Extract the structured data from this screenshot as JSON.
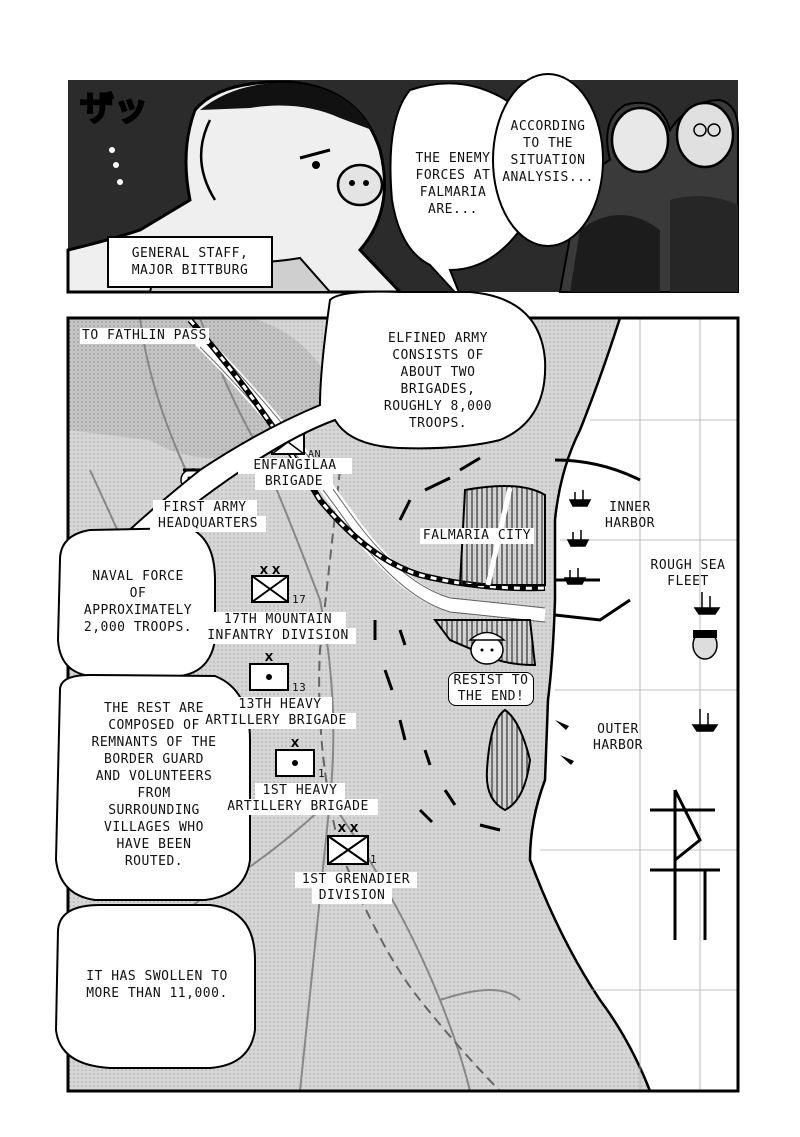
{
  "panel1": {
    "sfx": "ザッ",
    "bubble_left": "THE ENEMY\nFORCES AT\nFALMARIA\nARE...",
    "bubble_right": "ACCORDING\nTO THE\nSITUATION\nANALYSIS...",
    "caption": "GENERAL STAFF,\nMAJOR BITTBURG"
  },
  "map_labels": {
    "to_pass": "TO FATHLIN PASS",
    "enfangilaa": "ENFANGILAA",
    "enfangilaa_line2": "BRIGADE",
    "an": "An",
    "first_army": "FIRST ARMY",
    "first_army_line2": "HEADQUARTERS",
    "falmaria_city": "FALMARIA CITY",
    "inner_harbor": "INNER\nHARBOR",
    "rough_sea": "ROUGH SEA",
    "fleet": "FLEET",
    "mountain_17": "17TH MOUNTAIN",
    "mountain_17_line2": "INFANTRY DIVISION",
    "artillery_13": "13TH HEAVY",
    "artillery_13_line2": "ARTILLERY BRIGADE",
    "artillery_1": "1ST HEAVY",
    "artillery_1_line2": "ARTILLERY BRIGADE",
    "grenadier_1": "1ST GRENADIER",
    "grenadier_1_line2": "DIVISION",
    "resist": "RESIST TO\nTHE END!",
    "outer_harbor": "OUTER\nHARBOR",
    "num_17": "17",
    "num_13": "13",
    "num_1a": "1",
    "num_1b": "1"
  },
  "bubbles": {
    "elfined": "ELFINED ARMY\nCONSISTS OF\nABOUT TWO\nBRIGADES,\nROUGHLY 8,000\nTROOPS.",
    "naval": "NAVAL FORCE\nOF\nAPPROXIMATELY\n2,000 TROOPS.",
    "rest": "THE REST ARE\nCOMPOSED OF\nREMNANTS OF THE\nBORDER GUARD\nAND VOLUNTEERS\nFROM\nSURROUNDING\nVILLAGES WHO\nHAVE BEEN\nROUTED.",
    "swollen": "IT HAS SWOLLEN TO\nMORE THAN 11,000."
  }
}
